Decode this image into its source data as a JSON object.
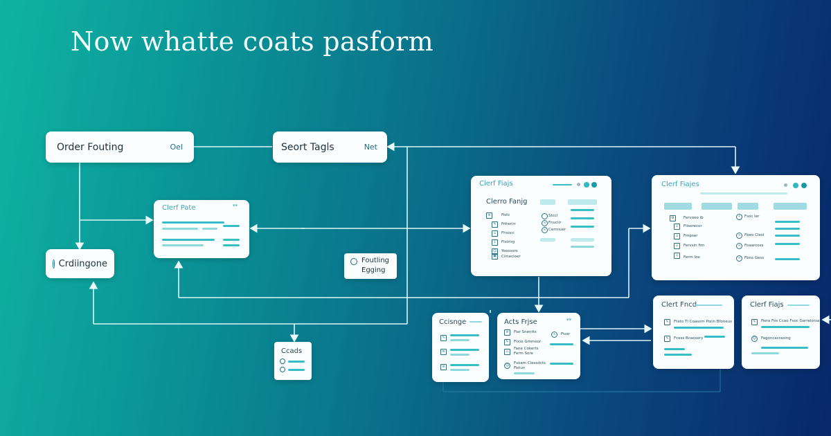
{
  "title": "Now whatte coats pasform",
  "nodes": {
    "order_routing": {
      "label": "Order Fouting",
      "side": "Oel"
    },
    "sort_tags": {
      "label": "Seort Tagls",
      "side": "Net"
    },
    "client_page_small": {
      "title": "Clerf Pate"
    },
    "crdering": {
      "label": "Crdiingone"
    },
    "routing_engine": {
      "line1": "Foutling",
      "line2": "Egging"
    },
    "cards": {
      "label": "Ccads"
    },
    "client_page_mid": {
      "title": "Clerf Fiajs",
      "section": "Clerro Fanjg",
      "rows_left": [
        "Fistc",
        "Frtterirr",
        "Fhsocc",
        "Flstrirg",
        "Yoossors",
        "Cimecioer"
      ],
      "rows_right": [
        "Stccl",
        "Fnuciir",
        "Cemnuer"
      ]
    },
    "client_page_large": {
      "title": "Clerf Fiajes",
      "rows_left": [
        "Fervoeo ib",
        "Flisorecor",
        "Fmpser",
        "Fervsin fim",
        "Ferm loe"
      ],
      "rows_right": [
        "Fsoc ler",
        "Fbeo Clesi",
        "Foaarcoss",
        "Fbns Gess"
      ]
    },
    "coverage": {
      "title": "Ccisnge"
    },
    "ants_files": {
      "title": "Acts Frjse",
      "rows": [
        "Fiar Snentts",
        "Flxss Gmmeor",
        "Fane Cokerts",
        "Ferm Sore",
        "Fsoam Clessdcts",
        "Fistun"
      ],
      "side": "Fiver"
    },
    "client_fund": {
      "title": "Clert Fncd",
      "rows": [
        "Fteto Tl Coasom Ponn Bfoneus",
        "Fcess Bcaosery"
      ]
    },
    "client_fiajs": {
      "title": "Clerf Fiajs",
      "rows": [
        "Fiera Fos Ccao Fsoc Garrelorsa",
        "Fagoncacrasing"
      ]
    }
  }
}
